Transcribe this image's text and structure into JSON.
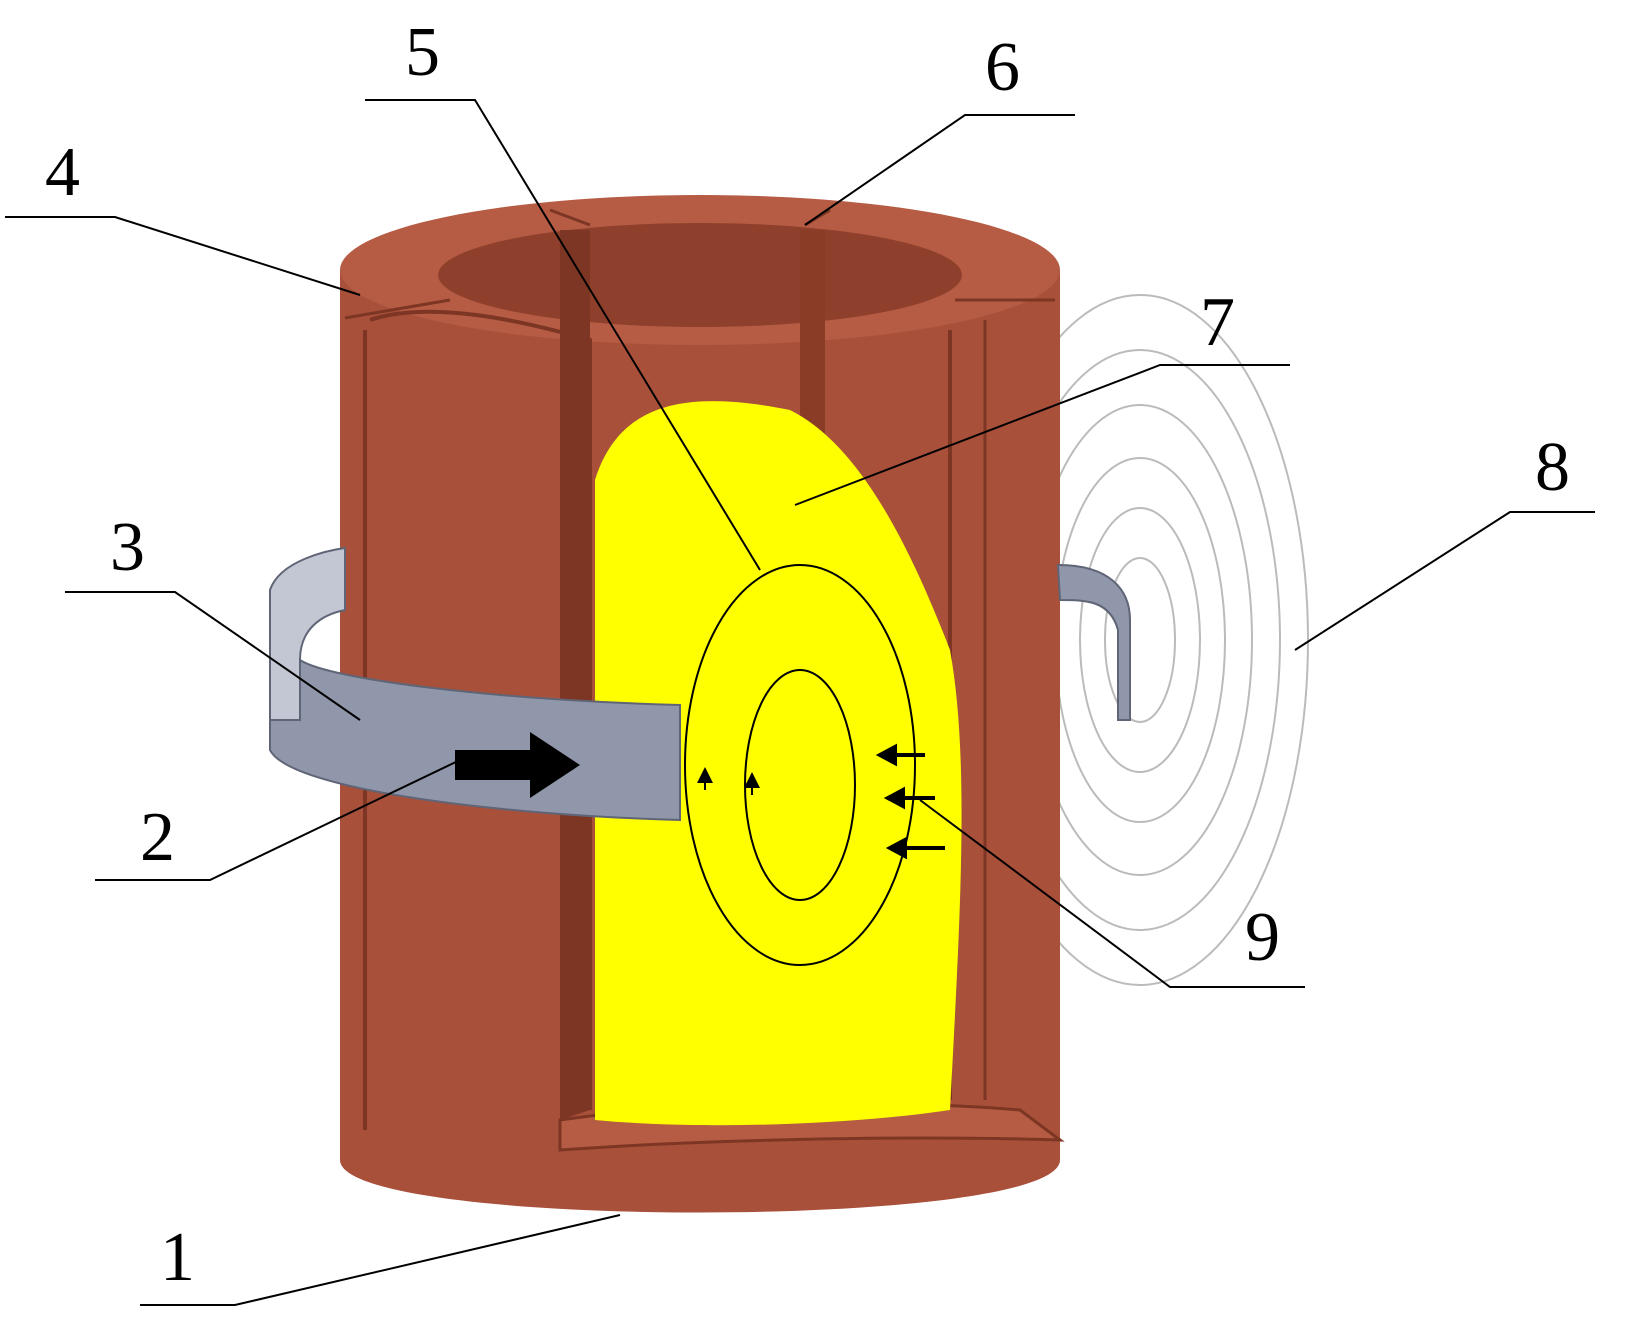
{
  "figure": {
    "callouts": [
      {
        "id": "1",
        "label": "1"
      },
      {
        "id": "2",
        "label": "2"
      },
      {
        "id": "3",
        "label": "3"
      },
      {
        "id": "4",
        "label": "4"
      },
      {
        "id": "5",
        "label": "5"
      },
      {
        "id": "6",
        "label": "6"
      },
      {
        "id": "7",
        "label": "7"
      },
      {
        "id": "8",
        "label": "8"
      },
      {
        "id": "9",
        "label": "9"
      }
    ]
  },
  "colors": {
    "crucible": "#a8503a",
    "crucible_dark": "#7d3623",
    "crucible_light": "#b65c44",
    "melt": "#ffff00",
    "coil": "#9197aa",
    "coil_dark": "#5f6577",
    "field_lines": "#bbbbbb",
    "arrows": "#000000"
  }
}
